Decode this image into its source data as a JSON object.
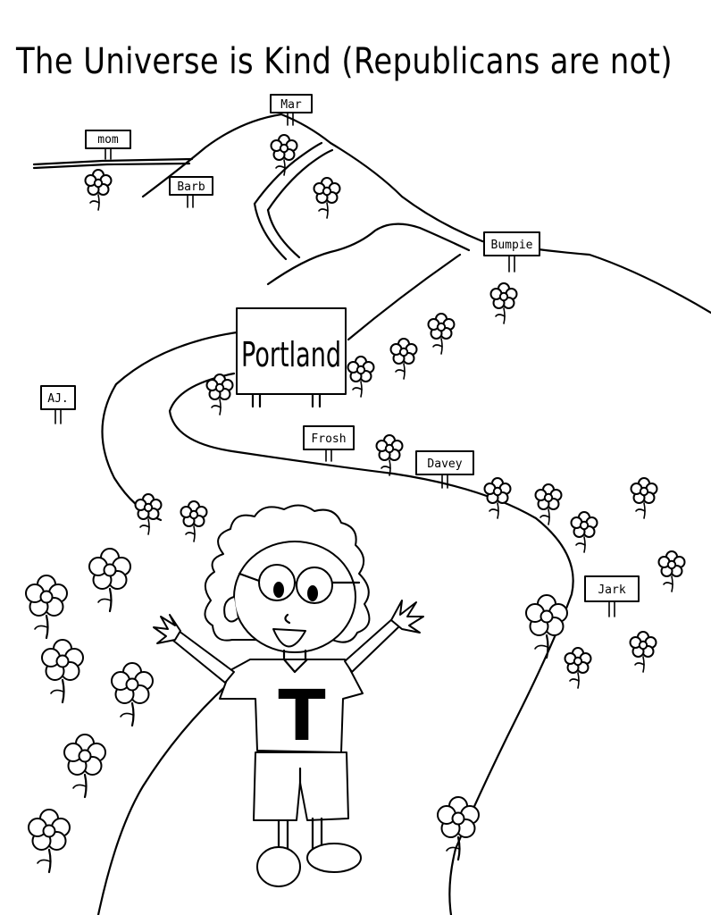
{
  "title": "The Universe is Kind (Republicans are not)",
  "signs": {
    "mom": "mom",
    "barb": "Barb",
    "mar": "Mar",
    "bumpie": "Bumpie",
    "portland": "Portland",
    "aj": "AJ.",
    "frosh": "Frosh",
    "davey": "Davey",
    "jark": "Jark"
  },
  "shirt_letter": "T",
  "colors": {
    "ink": "#000000",
    "paper": "#ffffff"
  }
}
